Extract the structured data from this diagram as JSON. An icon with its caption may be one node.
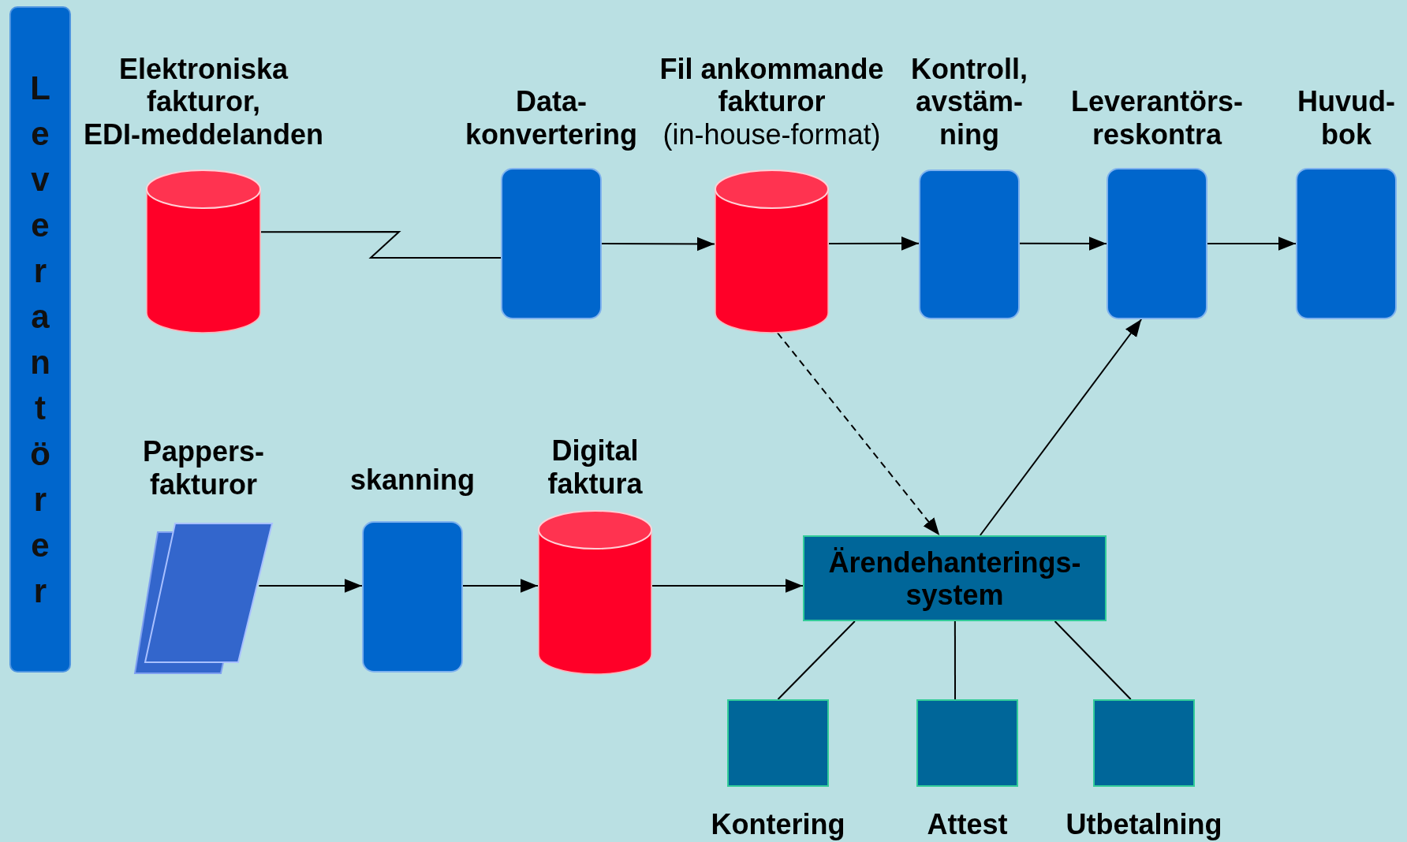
{
  "diagram": {
    "nodes": [
      {
        "text": [
          "Leverantörer"
        ]
      },
      {
        "text": [
          "Elektroniska fakturor, EDI-meddelanden"
        ]
      },
      {
        "text": [
          "Data- konvertering"
        ]
      },
      {
        "text": [
          "Fil ankommande fakturor",
          "(in-house-format)"
        ]
      },
      {
        "text": [
          "Kontroll, avstäm- ning"
        ]
      },
      {
        "text": [
          "Leverantörs- reskontra"
        ]
      },
      {
        "text": [
          "Huvud- bok"
        ]
      },
      {
        "text": [
          "Pappers- fakturor"
        ]
      },
      {
        "text": [
          "skanning"
        ]
      },
      {
        "text": [
          "Digital faktura"
        ]
      },
      {
        "text": [
          "Ärendehanterings- system"
        ]
      },
      {
        "text": [
          "Kontering"
        ]
      },
      {
        "text": [
          "Attest"
        ]
      },
      {
        "text": [
          "Utbetalning"
        ]
      }
    ],
    "edges": [
      {
        "from": 1,
        "to": 2,
        "arrow": "none"
      },
      {
        "from": 2,
        "to": 3,
        "arrow": "to"
      },
      {
        "from": 3,
        "to": 4,
        "arrow": "to"
      },
      {
        "from": 4,
        "to": 5,
        "arrow": "to"
      },
      {
        "from": 5,
        "to": 6,
        "arrow": "to"
      },
      {
        "from": 3,
        "to": 10,
        "arrow": "to",
        "style": "dashed"
      },
      {
        "from": 10,
        "to": 5,
        "arrow": "to"
      },
      {
        "from": 7,
        "to": 8,
        "arrow": "to"
      },
      {
        "from": 8,
        "to": 9,
        "arrow": "to"
      },
      {
        "from": 9,
        "to": 10,
        "arrow": "to"
      },
      {
        "from": 10,
        "to": 11,
        "arrow": "none"
      },
      {
        "from": 10,
        "to": 12,
        "arrow": "none"
      },
      {
        "from": 10,
        "to": 13,
        "arrow": "none"
      }
    ]
  }
}
